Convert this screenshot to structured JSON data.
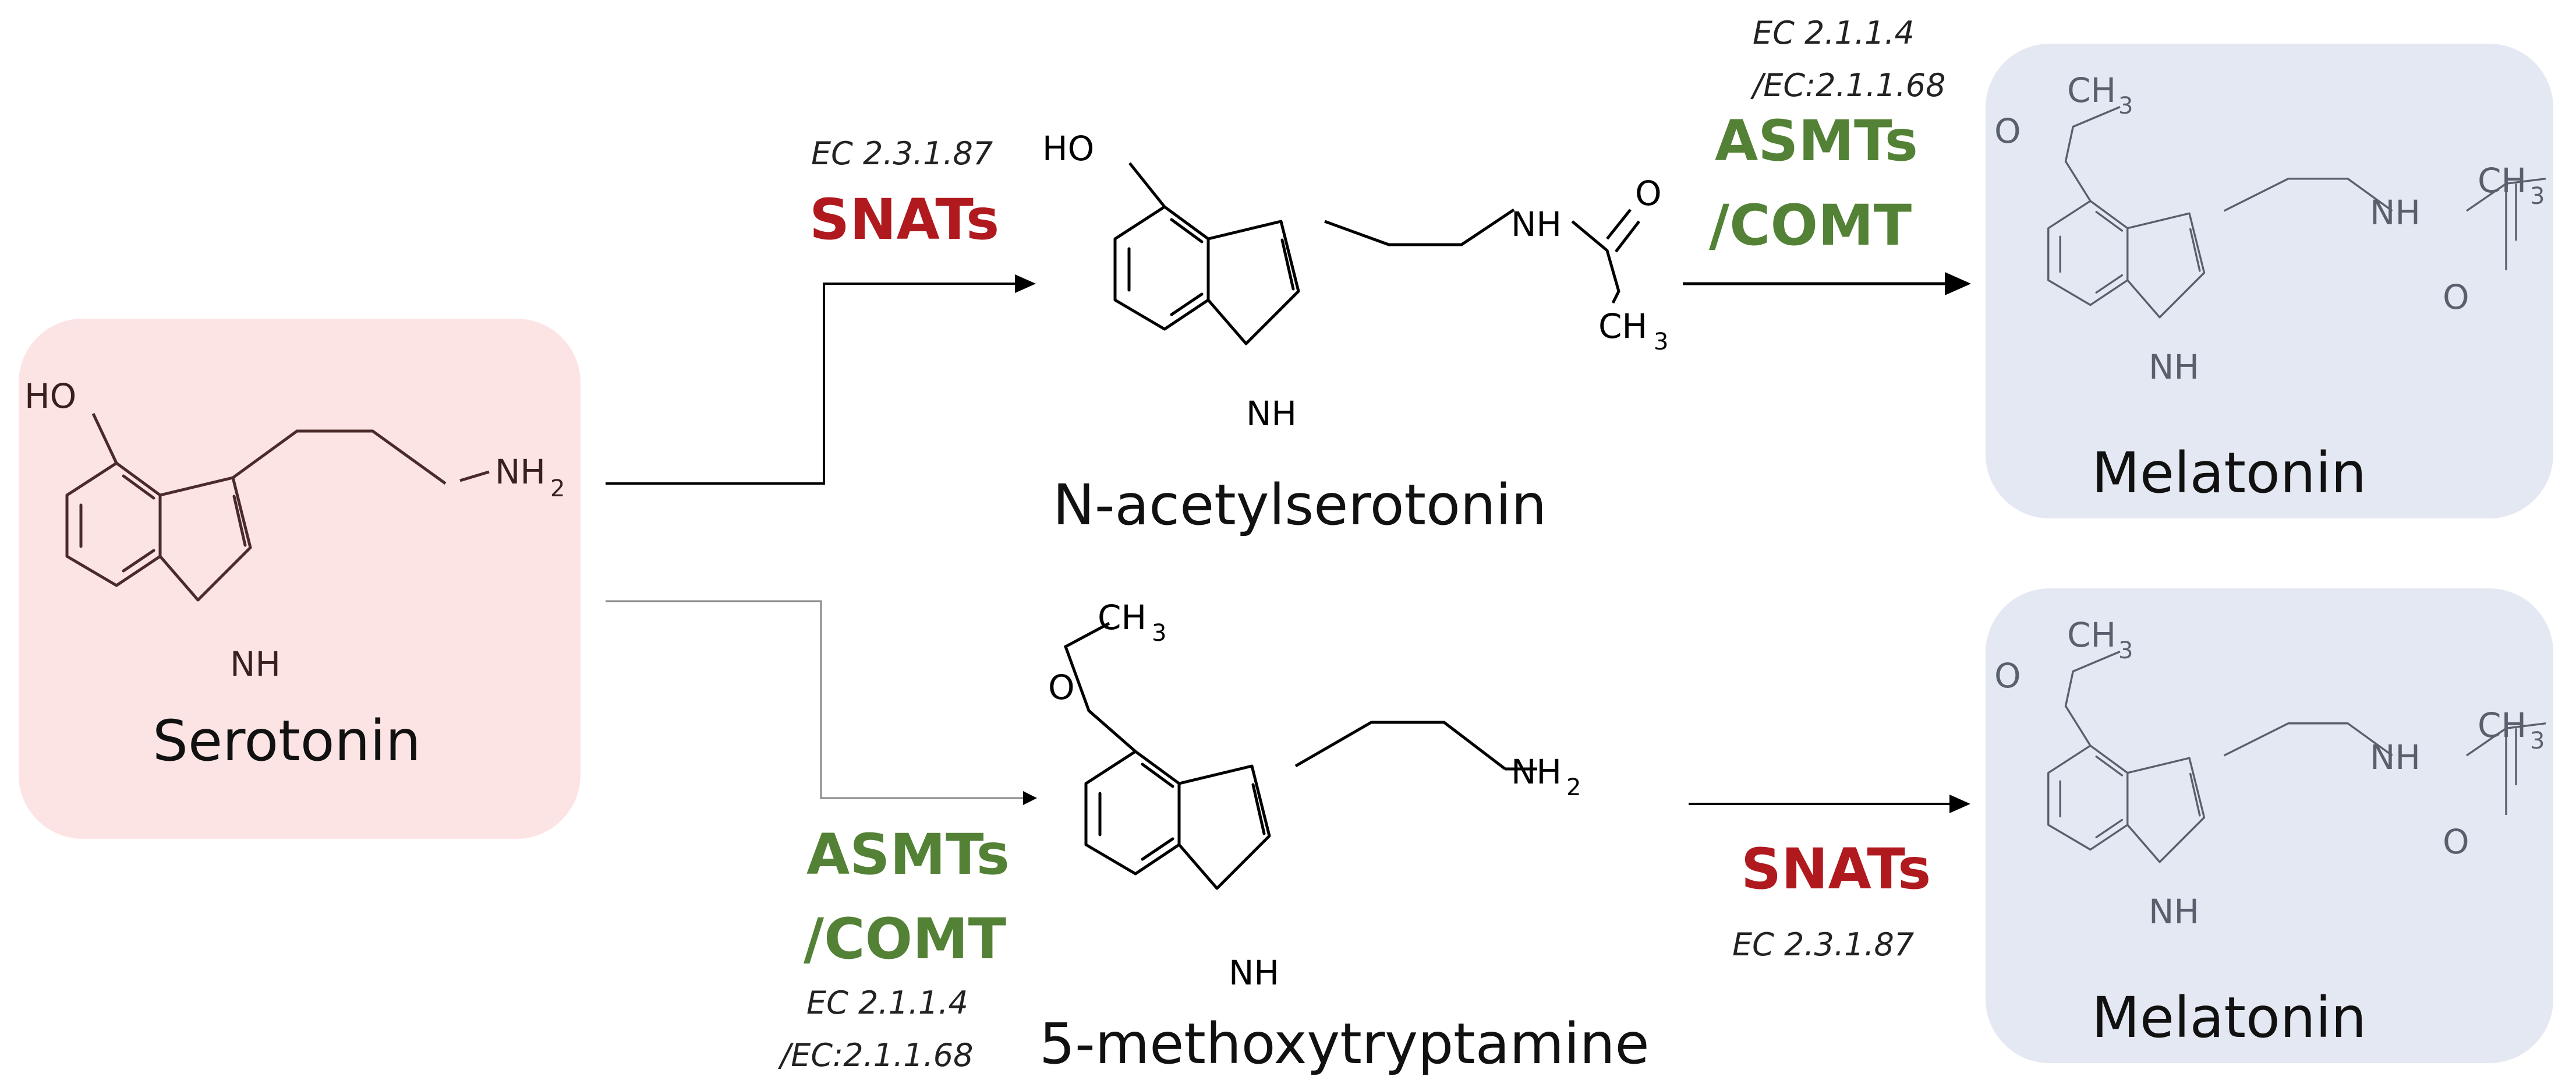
{
  "compounds": {
    "serotonin": "Serotonin",
    "n_acetylserotonin": "N-acetylserotonin",
    "methoxytryptamine": "5-methoxytryptamine",
    "melatonin_top": "Melatonin",
    "melatonin_bottom": "Melatonin"
  },
  "atoms": {
    "ho": "HO",
    "nh": "NH",
    "nh2": "NH",
    "o": "O",
    "ch3": "CH",
    "sub2": "2",
    "sub3": "3"
  },
  "enzymes": {
    "snat_name": "SNATs",
    "snat_ec": "EC 2.3.1.87",
    "asmt_name_line1": "ASMTs",
    "asmt_name_line2": "/COMT",
    "asmt_ec_line1": "EC 2.1.1.4",
    "asmt_ec_line2": "/EC:2.1.1.68"
  },
  "colors": {
    "serotonin_box": "#fde4e4",
    "melatonin_box": "#e4e8f2",
    "snat": "#b0191e",
    "asmt": "#538135"
  }
}
